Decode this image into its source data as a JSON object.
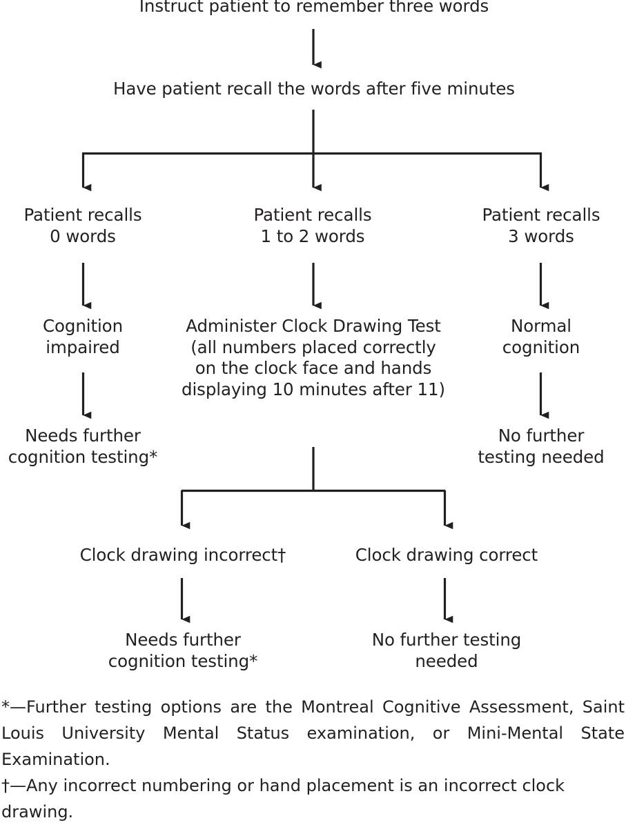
{
  "diagram": {
    "title": "Instruct patient to remember three words",
    "nodes": {
      "step1": "Instruct patient to remember three words",
      "step2": "Have patient recall the words after five minutes",
      "branch_recall_0": "Patient recalls\n0 words",
      "branch_recall_1_2": "Patient recalls\n1 to 2 words",
      "branch_recall_3": "Patient recalls\n3 words",
      "cognition_impaired": "Cognition\nimpaired",
      "clock_drawing_test": "Administer Clock Drawing Test (all numbers placed correctly on the clock face and hands displaying 10 minutes after 11)",
      "normal_cognition": "Normal\ncognition",
      "needs_further_testing_left": "Needs further\ncognition testing*",
      "no_further_testing_right": "No further\ntesting needed",
      "clock_incorrect": "Clock drawing incorrect†",
      "clock_correct": "Clock drawing correct",
      "needs_further_testing_bottom": "Needs further\ncognition testing*",
      "no_further_testing_bottom": "No further testing\nneeded"
    },
    "footnotes": [
      "*—Further testing options are the Montreal Cognitive Assessment, Saint Louis University Mental Status examination, or Mini-Mental State Examination.",
      "†—Any incorrect numbering or hand placement is an incorrect clock drawing."
    ],
    "colors": {
      "ink": "#231f20",
      "background": "#ffffff"
    }
  }
}
